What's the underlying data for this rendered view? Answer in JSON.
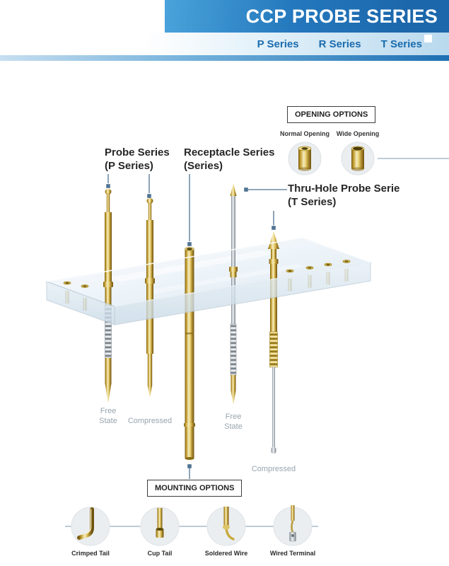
{
  "header": {
    "brand_title": "CCP PROBE SERIES",
    "tabs": [
      {
        "label": "P Series"
      },
      {
        "label": "R Series"
      },
      {
        "label": "T Series"
      }
    ]
  },
  "opening_options": {
    "title": "OPENING OPTIONS",
    "items": [
      {
        "label": "Normal Opening",
        "icon": "normal-opening-tube-icon"
      },
      {
        "label": "Wide Opening",
        "icon": "wide-opening-tube-icon"
      }
    ]
  },
  "series_labels": {
    "probe": {
      "line1": "Probe Series",
      "line2": "(P Series)"
    },
    "receptacle": {
      "line1": "Receptacle Series",
      "line2": "(Series)"
    },
    "thru_hole": {
      "line1": "Thru-Hole Probe Serie",
      "line2": "(T Series)"
    }
  },
  "probe_states": [
    {
      "label": "Free State"
    },
    {
      "label": "Compressed"
    },
    {
      "label": "Free State"
    },
    {
      "label": "Compressed"
    }
  ],
  "mounting_options": {
    "title": "MOUNTING OPTIONS",
    "items": [
      {
        "label": "Crimped Tail",
        "icon": "crimped-tail-icon"
      },
      {
        "label": "Cup Tail",
        "icon": "cup-tail-icon"
      },
      {
        "label": "Soldered Wire",
        "icon": "soldered-wire-icon"
      },
      {
        "label": "Wired Terminal",
        "icon": "wired-terminal-icon"
      }
    ]
  },
  "colors": {
    "banner_blue_dark": "#1a66ab",
    "banner_blue_light": "#4fa8dd",
    "tab_text_blue": "#1a6cae",
    "gold": "#c9a227",
    "leader_line": "#4f7392",
    "state_label_gray": "#98a5ad"
  }
}
